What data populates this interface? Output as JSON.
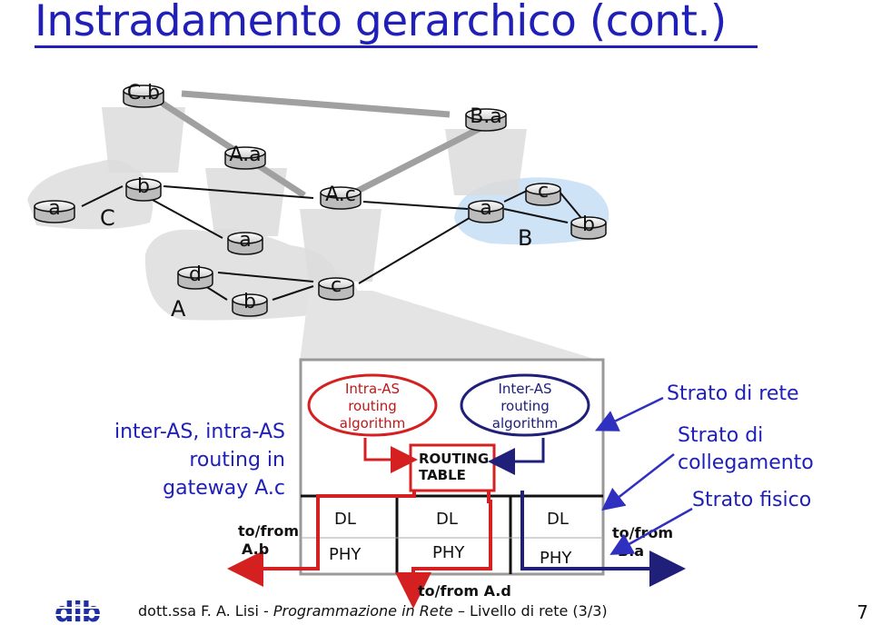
{
  "slide": {
    "title": "Instradamento gerarchico (cont.)",
    "page_number": "7"
  },
  "colors": {
    "title": "#2020b8",
    "as_cloud": "#d8d8d8",
    "as_b_cloud": "#cfe3f7",
    "arrow_red": "#d42020",
    "arrow_navy": "#20207a",
    "inter_link": "#a0a0a0"
  },
  "routers": {
    "Cb": "C.b",
    "Ba": "B.a",
    "Aa": "A.a",
    "Ac": "A.c",
    "Cb_left": "a",
    "Cb_b": "b",
    "A_a": "a",
    "A_d": "d",
    "A_b": "b",
    "A_c": "c",
    "B_a": "a",
    "B_c": "c",
    "B_b": "b"
  },
  "as_labels": {
    "C": "C",
    "A": "A",
    "B": "B"
  },
  "stack": {
    "intra_as": [
      "Intra-AS",
      "routing",
      "algorithm"
    ],
    "inter_as": [
      "Inter-AS",
      "routing",
      "algorithm"
    ],
    "routing_table": [
      "ROUTING",
      "TABLE"
    ],
    "dl": "DL",
    "phy": "PHY",
    "to_from_ab": [
      "to/from",
      "A.b"
    ],
    "to_from_ba": [
      "to/from",
      "B.a"
    ],
    "to_from_ad": "to/from  A.d"
  },
  "notes": {
    "left": [
      "inter-AS, intra-AS",
      "routing in",
      "gateway A.c"
    ],
    "network_layer": "Strato di rete",
    "link_layer": [
      "Strato di",
      "collegamento"
    ],
    "physical_layer": "Strato fisico"
  },
  "footer": {
    "prefix": "dott.ssa F. A. Lisi - ",
    "course": "Programmazione in Rete",
    "suffix": " – Livello di rete (3/3)",
    "logo_text": "dib"
  }
}
